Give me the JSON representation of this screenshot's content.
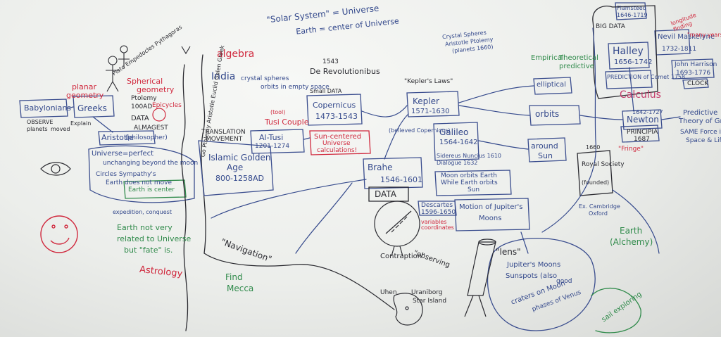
{
  "top": {
    "solar_system": "\"Solar System\" = Universe",
    "earth_center": "Earth = center of Universe",
    "algebra": "algebra",
    "india": "India",
    "year_1543": "1543",
    "revolutionibus": "De Revolutionibus"
  },
  "left": {
    "babylonians": "Babylonians",
    "observe": "OBSERVE",
    "planets": "planets",
    "moved": "moved",
    "greeks": "Greeks",
    "explain": "Explain",
    "planar": "planar",
    "geometry": "geometry",
    "spherical": "Spherical",
    "geometry2": "geometry",
    "ptolemy": "Ptolemy",
    "year_100": "100AD",
    "data": "DATA",
    "epicycles": "Epicycles",
    "almagest": "ALMAGEST",
    "aristotle": "Aristotle",
    "philosopher": "(philosopher)",
    "universe_perfect": "Universe=perfect",
    "unchanging": "unchanging beyond the moon",
    "circles": "Circles Sympathy's",
    "earth_not_move": "Earth does not move",
    "earth_center2": "Earth is center",
    "expedition": "expedition, conquest",
    "earth_not_very": "Earth not very",
    "related": "related to Universe",
    "but_fate": "but \"fate\" is.",
    "astrology": "Astrology",
    "people": "Plato Empedocles Pythagoras"
  },
  "middle": {
    "translation": "TRANSLATION",
    "movement": "MOVEMENT",
    "islamic": "Islamic Golden",
    "age": "Age",
    "years": "800-1258AD",
    "navigation": "\"Navigation\"",
    "find": "Find",
    "mecca": "Mecca",
    "column": "Go Ptolemy Aristotle Euclid Galen Greek",
    "crystal_spheres": "crystal spheres",
    "orbits_empty": "orbits in empty space",
    "small_data": "Small DATA",
    "copernicus": "Copernicus",
    "copernicus_years": "1473-1543",
    "tusi": "Tusi Couple",
    "tool": "(tool)",
    "al_tusi": "Al-Tusi",
    "tusi_years": "1201-1274",
    "sun_centered": "Sun-centered",
    "universe": "Universe",
    "calculations": "calculations!"
  },
  "kepler": {
    "keplers_laws": "\"Kepler's Laws\"",
    "name": "Kepler",
    "years": "1571-1630",
    "crystal": "Crystal Spheres",
    "aristotle_ptolemy": "Aristotle Ptolemy",
    "planets": "(planets 1660)",
    "believed": "(believed Copernicus)",
    "galileo": "Galileo",
    "galileo_years": "1564-1642",
    "sidereus": "Sidereus Nuncius 1610",
    "dialogue": "Dialogue 1632",
    "moon_orbits": "Moon orbits Earth",
    "while": "While Earth orbits",
    "sun": "Sun",
    "brahe": "Brahe",
    "brahe_years": "1546-1601",
    "data": "DATA",
    "descartes": "Descartes",
    "descartes_years": "1596-1650",
    "variables": "variables",
    "coordinates": "coordinates",
    "motion": "Motion of Jupiter's",
    "moons": "Moons",
    "observing": "\"observing",
    "contraption": "Contraption\"",
    "uraniborg": "Uraniborg",
    "star_island": "Star Island",
    "uhen": "Uhen"
  },
  "right": {
    "empirical": "Empirical",
    "theoretical": "Theoretical",
    "predictive": "predictive",
    "elliptical": "elliptical",
    "orbits": "orbits",
    "around": "around",
    "sun": "Sun",
    "lens": "\"lens\"",
    "jupiters_moons": "Jupiter's Moons",
    "sunspots": "Sunspots (also",
    "craters": "craters on Moon",
    "phases": "phases of Venus",
    "good": "good",
    "sailing": "sail exploring",
    "royal_society": "Royal Society",
    "year_1660": "1660",
    "founded": "(founded)",
    "cambridge": "Ex. Cambridge",
    "oxford": "Oxford",
    "big_data": "BIG DATA",
    "halley_top": "Flamsteed",
    "halley_top_years": "1646-1719",
    "halley": "Halley",
    "halley_years": "1656-1742",
    "prediction": "PREDICTION of Comet 1758",
    "calculus": "Calculus",
    "newton": "Newton",
    "newton_years": "1642-1727",
    "principia": "PRINCIPIA",
    "principia_year": "1687",
    "maskelyne": "Nevil Maskelyne",
    "maskelyne_years": "1732-1811",
    "harrison": "John Harrison",
    "harrison_years": "1693-1776",
    "clock": "CLOCK",
    "predictive_theory": "Predictive",
    "theory_of": "Theory of Gravity",
    "same_force": "SAME Force in",
    "space_life": "Space & Life",
    "earth_alchemy": "Earth",
    "alchemy": "(Alchemy)",
    "fringe": "\"Fringe\"",
    "longitude": "longitude",
    "finding": "finding",
    "many_years": "\"many years\""
  }
}
